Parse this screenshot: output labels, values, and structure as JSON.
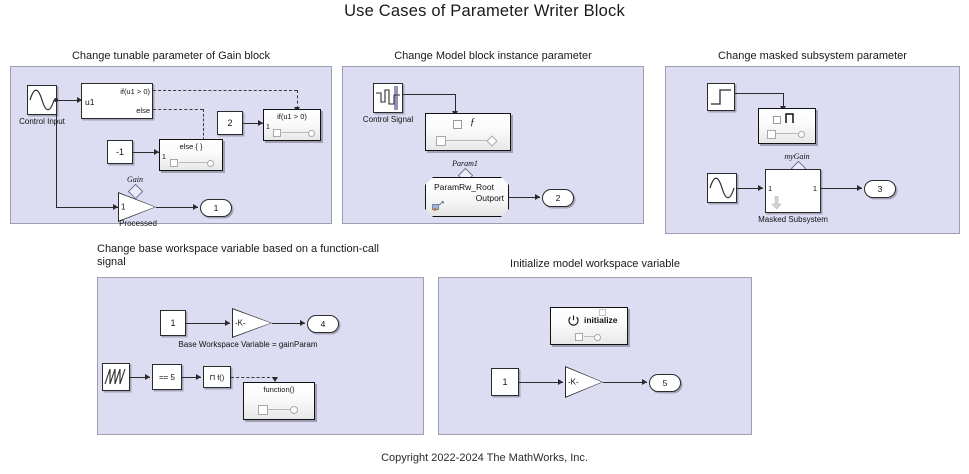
{
  "title": "Use Cases of Parameter Writer Block",
  "copyright": "Copyright 2022-2024 The MathWorks, Inc.",
  "panels": [
    {
      "id": "gain-block",
      "caption": "Change tunable parameter of Gain block",
      "blocks": {
        "source_label": "Control Input",
        "if_block": {
          "input": "u1",
          "cond_out": "if(u1 > 0)",
          "else_out": "else"
        },
        "else_subsystem": {
          "title": "else { }",
          "port": "1"
        },
        "const_two": "2",
        "const_minus_one": "-1",
        "if_subsystem": {
          "title": "if(u1 > 0)",
          "port": "1"
        },
        "gain": {
          "value": "1",
          "annotation": "Gain",
          "label": "Processed"
        },
        "outport": "1"
      }
    },
    {
      "id": "model-block",
      "caption": "Change Model block instance parameter",
      "blocks": {
        "source_label": "Control Signal",
        "param_writer_title": "",
        "param_annotation": "Param1",
        "model_block": {
          "name": "ParamRw_Root",
          "port_label": "Outport"
        },
        "outport": "2"
      }
    },
    {
      "id": "masked-subsystem",
      "caption": "Change masked subsystem parameter",
      "blocks": {
        "mask_annotation": "myGain",
        "subsystem": {
          "in_port": "1",
          "out_port": "1",
          "label": "Masked Subsystem"
        },
        "outport": "3"
      }
    },
    {
      "id": "base-workspace",
      "caption": "Change base workspace variable based on a function-call signal",
      "blocks": {
        "const_one": "1",
        "gain": {
          "value": "-K-",
          "label": "Base Workspace Variable = gainParam"
        },
        "outport": "4",
        "compare": "== 5",
        "fcall": "Π f()",
        "fcn_subsystem": {
          "title": "function()"
        }
      }
    },
    {
      "id": "model-workspace",
      "caption": "Initialize model workspace variable",
      "blocks": {
        "initialize": "initialize",
        "const_one": "1",
        "gain": {
          "value": "-K-"
        },
        "outport": "5"
      }
    }
  ],
  "colors": {
    "panel_fill": "#dcdcf3",
    "panel_border": "#9d9dad",
    "block_border": "#2b2b2b",
    "background": "#ffffff",
    "text": "#1a1a1a"
  }
}
